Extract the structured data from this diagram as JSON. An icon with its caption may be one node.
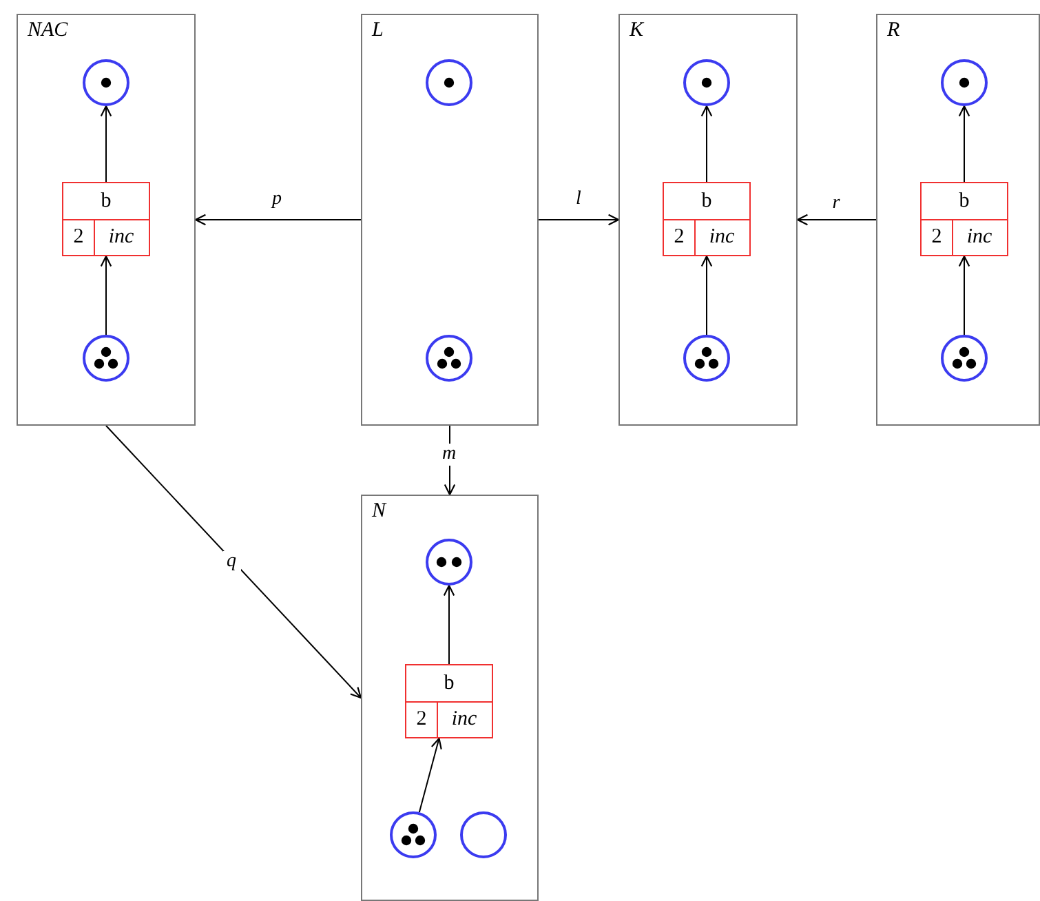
{
  "diagram": {
    "nodes": [
      {
        "text": [
          "NAC"
        ]
      },
      {
        "text": [],
        "shape": "circle",
        "in": 0
      },
      {
        "text": [
          "b",
          "2",
          "inc"
        ],
        "in": 0
      },
      {
        "text": [],
        "shape": "circle",
        "in": 0
      },
      {
        "text": [
          "L"
        ]
      },
      {
        "text": [],
        "shape": "circle",
        "in": 4
      },
      {
        "text": [],
        "shape": "circle",
        "in": 4
      },
      {
        "text": [
          "K"
        ]
      },
      {
        "text": [],
        "shape": "circle",
        "in": 7
      },
      {
        "text": [
          "b",
          "2",
          "inc"
        ],
        "in": 7
      },
      {
        "text": [],
        "shape": "circle",
        "in": 7
      },
      {
        "text": [
          "R"
        ]
      },
      {
        "text": [],
        "shape": "circle",
        "in": 11
      },
      {
        "text": [
          "b",
          "2",
          "inc"
        ],
        "in": 11
      },
      {
        "text": [],
        "shape": "circle",
        "in": 11
      },
      {
        "text": [
          "N"
        ]
      },
      {
        "text": [],
        "shape": "circle",
        "in": 15
      },
      {
        "text": [
          "b",
          "2",
          "inc"
        ],
        "in": 15
      },
      {
        "text": [],
        "shape": "circle",
        "in": 15
      },
      {
        "text": [],
        "shape": "circle",
        "in": 15
      }
    ],
    "edges": [
      {
        "from": 4,
        "to": 0,
        "arrow": "to",
        "label": "p"
      },
      {
        "from": 4,
        "to": 7,
        "arrow": "to",
        "label": "l"
      },
      {
        "from": 11,
        "to": 7,
        "arrow": "to",
        "label": "r"
      },
      {
        "from": 4,
        "to": 15,
        "arrow": "to",
        "label": "m"
      },
      {
        "from": 0,
        "to": 15,
        "arrow": "to",
        "label": "q"
      },
      {
        "from": 3,
        "to": 2,
        "arrow": "to"
      },
      {
        "from": 2,
        "to": 1,
        "arrow": "to"
      },
      {
        "from": 10,
        "to": 9,
        "arrow": "to"
      },
      {
        "from": 9,
        "to": 8,
        "arrow": "to"
      },
      {
        "from": 14,
        "to": 13,
        "arrow": "to"
      },
      {
        "from": 13,
        "to": 12,
        "arrow": "to"
      },
      {
        "from": 18,
        "to": 17,
        "arrow": "to"
      },
      {
        "from": 17,
        "to": 16,
        "arrow": "to"
      }
    ]
  }
}
